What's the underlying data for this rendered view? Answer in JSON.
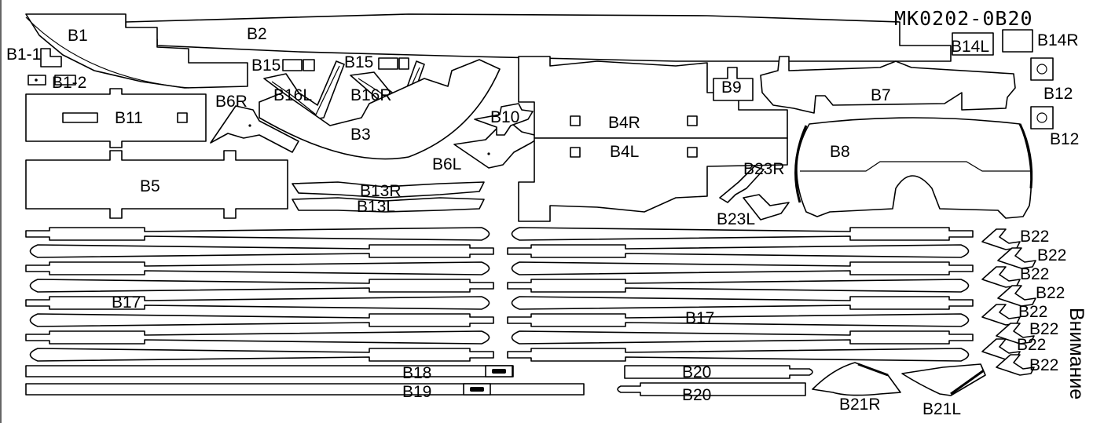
{
  "sheet": {
    "code": "MK0202-0B20",
    "side_note": "Внимание"
  },
  "labels": {
    "B1": "B1",
    "B1_1": "B1-1",
    "B1_2": "B1-2",
    "B2": "B2",
    "B3": "B3",
    "B4R": "B4R",
    "B4L": "B4L",
    "B5": "B5",
    "B6R": "B6R",
    "B6L": "B6L",
    "B7": "B7",
    "B8": "B8",
    "B9": "B9",
    "B10": "B10",
    "B11": "B11",
    "B12a": "B12",
    "B12b": "B12",
    "B13R": "B13R",
    "B13L": "B13L",
    "B14L": "B14L",
    "B14R": "B14R",
    "B15a": "B15",
    "B15b": "B15",
    "B16L": "B16L",
    "B16R": "B16R",
    "B17a": "B17",
    "B17b": "B17",
    "B18": "B18",
    "B19": "B19",
    "B20a": "B20",
    "B20b": "B20",
    "B21R": "B21R",
    "B21L": "B21L",
    "B22a": "B22",
    "B22b": "B22",
    "B22c": "B22",
    "B22d": "B22",
    "B22e": "B22",
    "B22f": "B22",
    "B22g": "B22",
    "B22h": "B22",
    "B23R": "B23R",
    "B23L": "B23L"
  }
}
